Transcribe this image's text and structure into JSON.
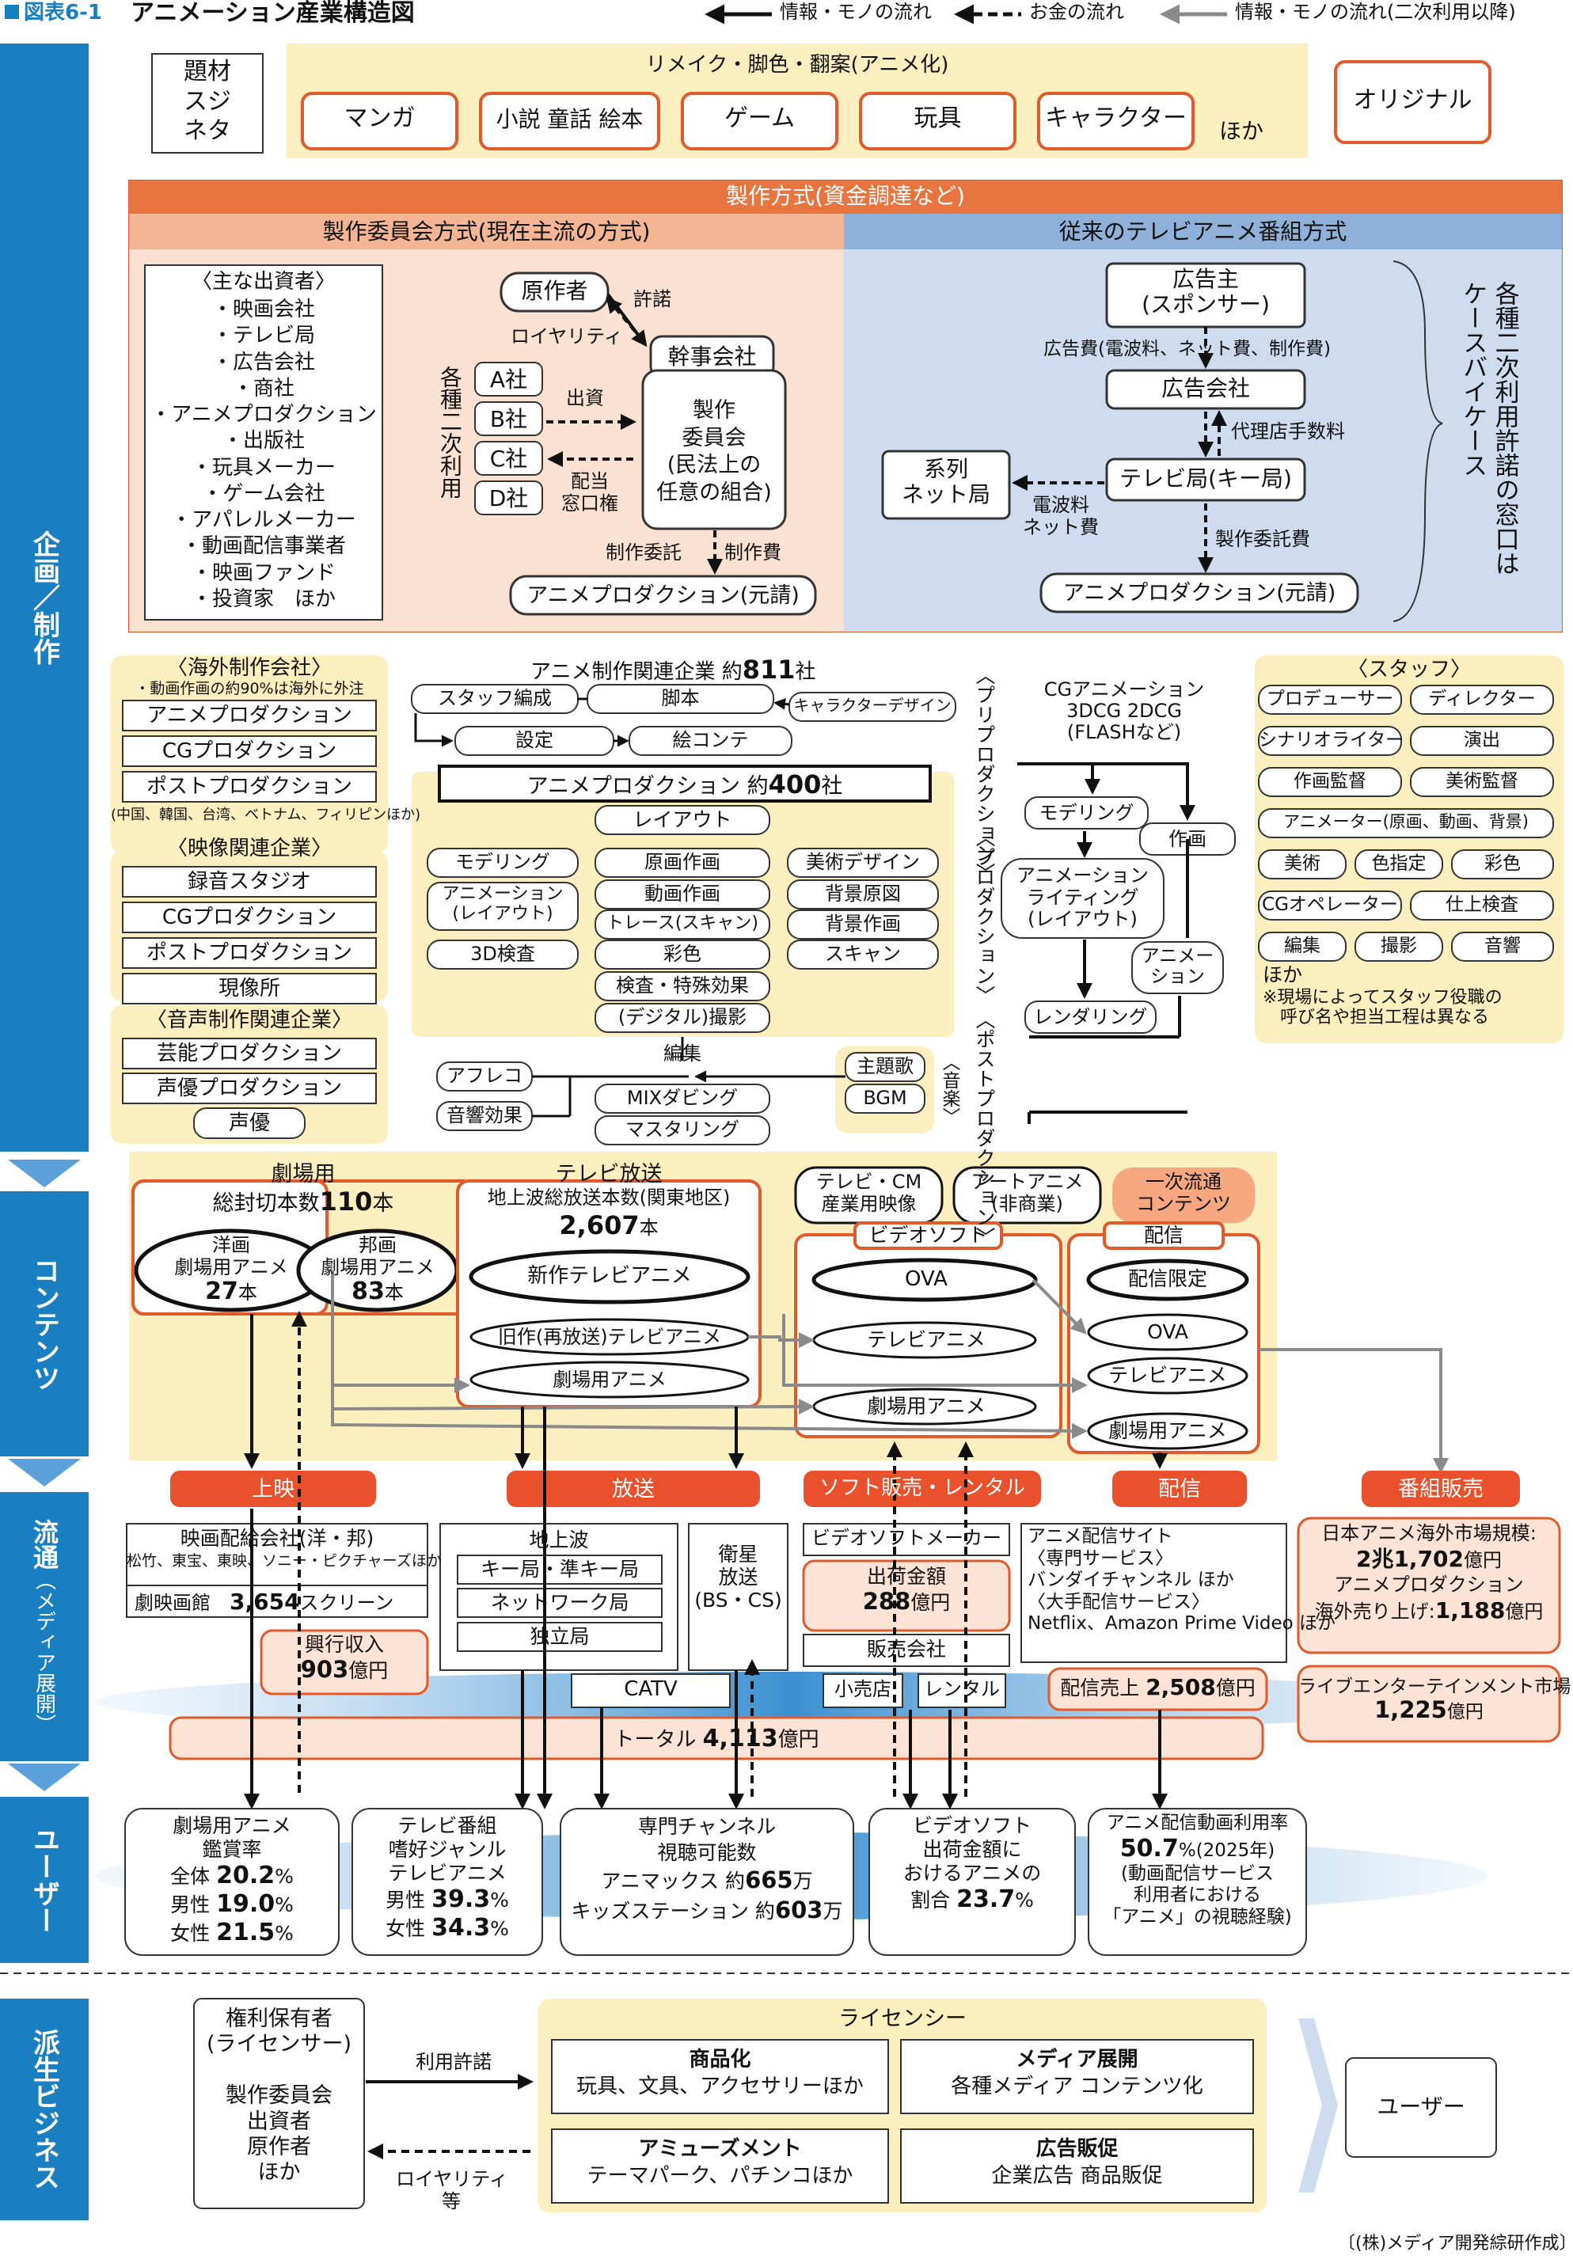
{
  "header": {
    "badge": "図表6-1",
    "title": "アニメーション産業構造図",
    "legend_solid": "情報・モノの流れ",
    "legend_dashed": "お金の流れ",
    "legend_gray": "情報・モノの流れ(二次利用以降)"
  },
  "side": {
    "plan": "企画／制作",
    "content": "コンテンツ",
    "dist": "流通",
    "dist_sub": "（メディア展開）",
    "user": "ユーザー",
    "deriv": "派生ビジネス"
  },
  "sources": {
    "label": "題材\nスジ\nネタ",
    "remake": "リメイク・脚色・翻案(アニメ化)",
    "items": [
      "マンガ",
      "小説 童話 絵本",
      "ゲーム",
      "玩具",
      "キャラクター"
    ],
    "hoka": "ほか",
    "original": "オリジナル"
  },
  "seisaku": {
    "title": "製作方式(資金調達など)",
    "left": "製作委員会方式(現在主流の方式)",
    "right": "従来のテレビアニメ番組方式",
    "investors_title": "〈主な出資者〉",
    "investors": [
      "・映画会社",
      "・テレビ局",
      "・広告会社",
      "・商社",
      "・アニメプロダクション",
      "・出版社",
      "・玩具メーカー",
      "・ゲーム会社",
      "・アパレルメーカー",
      "・動画配信事業者",
      "・映画ファンド",
      "・投資家　ほか"
    ],
    "gensakusha": "原作者",
    "kyodaku": "許諾",
    "royalty": "ロイヤリティ",
    "kanji": "幹事会社",
    "kakushu": "各種二次利用",
    "companies": [
      "A社",
      "B社",
      "C社",
      "D社"
    ],
    "shusshi": "出資",
    "haito": "配当\n窓口権",
    "iinkai": "製作\n委員会\n(民法上の\n任意の組合)",
    "itaku": "制作委託",
    "seisakuhi": "制作費",
    "prod_genuke": "アニメプロダクション(元請)",
    "sponsor": "広告主\n(スポンサー)",
    "kokokuhi": "広告費(電波料、ネット費、制作費)",
    "kokokugaisha": "広告会社",
    "dairi": "代理店手数料",
    "tvkyoku": "テレビ局(キー局)",
    "keiretsu": "系列\nネット局",
    "denpa": "電波料\nネット費",
    "itakuhi": "製作委託費",
    "prod2": "アニメプロダクション(元請)",
    "window": "各種二次利用許諾の窓口は\nケースバイケース"
  },
  "kaigai": {
    "title": "〈海外制作会社〉",
    "note": "・動画作画の約90%は海外に外注",
    "items": [
      "アニメプロダクション",
      "CGプロダクション",
      "ポストプロダクション"
    ],
    "countries": "(中国、韓国、台湾、ベトナム、フィリピンほか)"
  },
  "eizo": {
    "title": "〈映像関連企業〉",
    "items": [
      "録音スタジオ",
      "CGプロダクション",
      "ポストプロダクション",
      "現像所"
    ]
  },
  "onsei": {
    "title": "〈音声制作関連企業〉",
    "items": [
      "芸能プロダクション",
      "声優プロダクション",
      "声優"
    ]
  },
  "flow": {
    "kanren": "アニメ制作関連企業 約",
    "kanren_n": "811",
    "sha": "社",
    "staff": "スタッフ編成",
    "kyakuhon": "脚本",
    "chara": "キャラクターデザイン",
    "settei": "設定",
    "conte": "絵コンテ",
    "prod": "アニメプロダクション 約",
    "prod_n": "400",
    "layout": "レイアウト",
    "modeling": "モデリング",
    "gengasaku": "原画作画",
    "bijutsu": "美術デザイン",
    "anim_layout": "アニメーション\n(レイアウト)",
    "dogasaku": "動画作画",
    "haikei_gen": "背景原図",
    "trace": "トレース(スキャン)",
    "haikei": "背景作画",
    "check3d": "3D検査",
    "saishiki": "彩色",
    "scan": "スキャン",
    "kensa": "検査・特殊効果",
    "satsuei": "(デジタル)撮影",
    "afureco": "アフレコ",
    "onkyo": "音響効果",
    "henshu": "編集",
    "mix": "MIXダビング",
    "master": "マスタリング",
    "shudaika": "主題歌",
    "bgm": "BGM",
    "ongaku": "〈音楽〉",
    "pre": "〈プリプロダクション〉",
    "production": "〈プロダクション〉",
    "post": "〈ポストプロダクション〉",
    "cg_title": "CGアニメーション\n3DCG 2DCG\n(FLASHなど)",
    "cg_model": "モデリング",
    "cg_saga": "作画",
    "cg_anim": "アニメーション\nライティング\n(レイアウト)",
    "cg_anim2": "アニメー\nション",
    "cg_render": "レンダリング"
  },
  "staff": {
    "title": "〈スタッフ〉",
    "items": [
      "プロデューサー",
      "ディレクター",
      "シナリオライター",
      "演出",
      "作画監督",
      "美術監督",
      "アニメーター(原画、動画、背景)",
      "美術",
      "色指定",
      "彩色",
      "CGオペレーター",
      "仕上検査",
      "編集",
      "撮影",
      "音響"
    ],
    "hoka": "ほか",
    "note": "※現場によってスタッフ役職の\n　呼び名や担当工程は異なる"
  },
  "content": {
    "gekijo": "劇場用",
    "gekijo_total": "総封切本数",
    "gekijo_n": "110",
    "hon": "本",
    "yoga": "洋画\n劇場用アニメ",
    "yoga_n": "27",
    "hoga": "邦画\n劇場用アニメ",
    "hoga_n": "83",
    "tv": "テレビ放送",
    "tv_sub": "地上波総放送本数(関東地区)",
    "tv_n": "2,607",
    "shinsaku": "新作テレビアニメ",
    "kyusaku": "旧作(再放送)テレビアニメ",
    "tv_gekijo": "劇場用アニメ",
    "cm": "テレビ・CM\n産業用映像",
    "art": "アートアニメ\n(非商業)",
    "ichiji": "一次流通\nコンテンツ",
    "video": "ビデオソフト",
    "ova": "OVA",
    "v_tv": "テレビアニメ",
    "v_geki": "劇場用アニメ",
    "haishin": "配信",
    "limited": "配信限定",
    "h_ova": "OVA",
    "h_tv": "テレビアニメ",
    "h_geki": "劇場用アニメ"
  },
  "dist": {
    "joei": "上映",
    "hoso": "放送",
    "soft": "ソフト販売・レンタル",
    "haishin": "配信",
    "bangumi": "番組販売",
    "haikyu": "映画配給会社(洋・邦)",
    "haikyu_list": "松竹、東宝、東映、ソニー・ピクチャーズほか",
    "gekieikan": "劇映画館",
    "screens": "3,654",
    "screen_unit": "スクリーン",
    "kogyo": "興行収入",
    "kogyo_n": "903",
    "okuen": "億円",
    "chijou": "地上波",
    "keykyoku": "キー局・準キー局",
    "network": "ネットワーク局",
    "dokuritsu": "独立局",
    "eisei": "衛星\n放送\n(BS・CS)",
    "catv": "CATV",
    "maker": "ビデオソフトメーカー",
    "shukka": "出荷金額",
    "shukka_n": "288",
    "hanbai": "販売会社",
    "kouri": "小売店",
    "rental": "レンタル",
    "site": "アニメ配信サイト\n〈専門サービス〉\nバンダイチャンネル ほか\n〈大手配信サービス〉\nNetflix、Amazon Prime Video ほか",
    "uriage": "配信売上",
    "uriage_n": "2,508",
    "kaigai": "日本アニメ海外市場規模:",
    "kaigai_n": "2兆1,702",
    "kaigai_prod": "アニメプロダクション\n海外売り上げ:",
    "kaigai_prod_n": "1,188",
    "live": "ライブエンターテインメント市場",
    "live_n": "1,225",
    "total": "トータル",
    "total_n": "4,113"
  },
  "user": {
    "u1_title": "劇場用アニメ\n鑑賞率",
    "u1_rows": [
      [
        "全体",
        "20.2"
      ],
      [
        "男性",
        "19.0"
      ],
      [
        "女性",
        "21.5"
      ]
    ],
    "pct": "%",
    "u2_title": "テレビ番組\n嗜好ジャンル\nテレビアニメ",
    "u2_rows": [
      [
        "男性",
        "39.3"
      ],
      [
        "女性",
        "34.3"
      ]
    ],
    "u3_title": "専門チャンネル\n視聴可能数",
    "u3_a": "アニマックス 約",
    "u3_a_n": "665",
    "u3_b": "キッズステーション 約",
    "u3_b_n": "603",
    "man": "万",
    "u4_title": "ビデオソフト\n出荷金額に\nおけるアニメの\n割合",
    "u4_n": "23.7",
    "u5_title": "アニメ配信動画利用率",
    "u5_n": "50.7",
    "u5_year": "(2025年)",
    "u5_note": "(動画配信サービス\n利用者における\n「アニメ」の視聴経験)"
  },
  "deriv": {
    "holder": "権利保有者\n(ライセンサー)\n\n製作委員会\n出資者\n原作者\nほか",
    "riyo": "利用許諾",
    "royalty": "ロイヤリティ\n等",
    "licensee": "ライセンシー",
    "q": [
      [
        "商品化",
        "玩具、文具、アクセサリーほか"
      ],
      [
        "メディア展開",
        "各種メディア コンテンツ化"
      ],
      [
        "アミューズメント",
        "テーマパーク、パチンコほか"
      ],
      [
        "広告販促",
        "企業広告 商品販促"
      ]
    ],
    "user": "ユーザー"
  },
  "source": "〔(株)メディア開発綜研作成〕"
}
